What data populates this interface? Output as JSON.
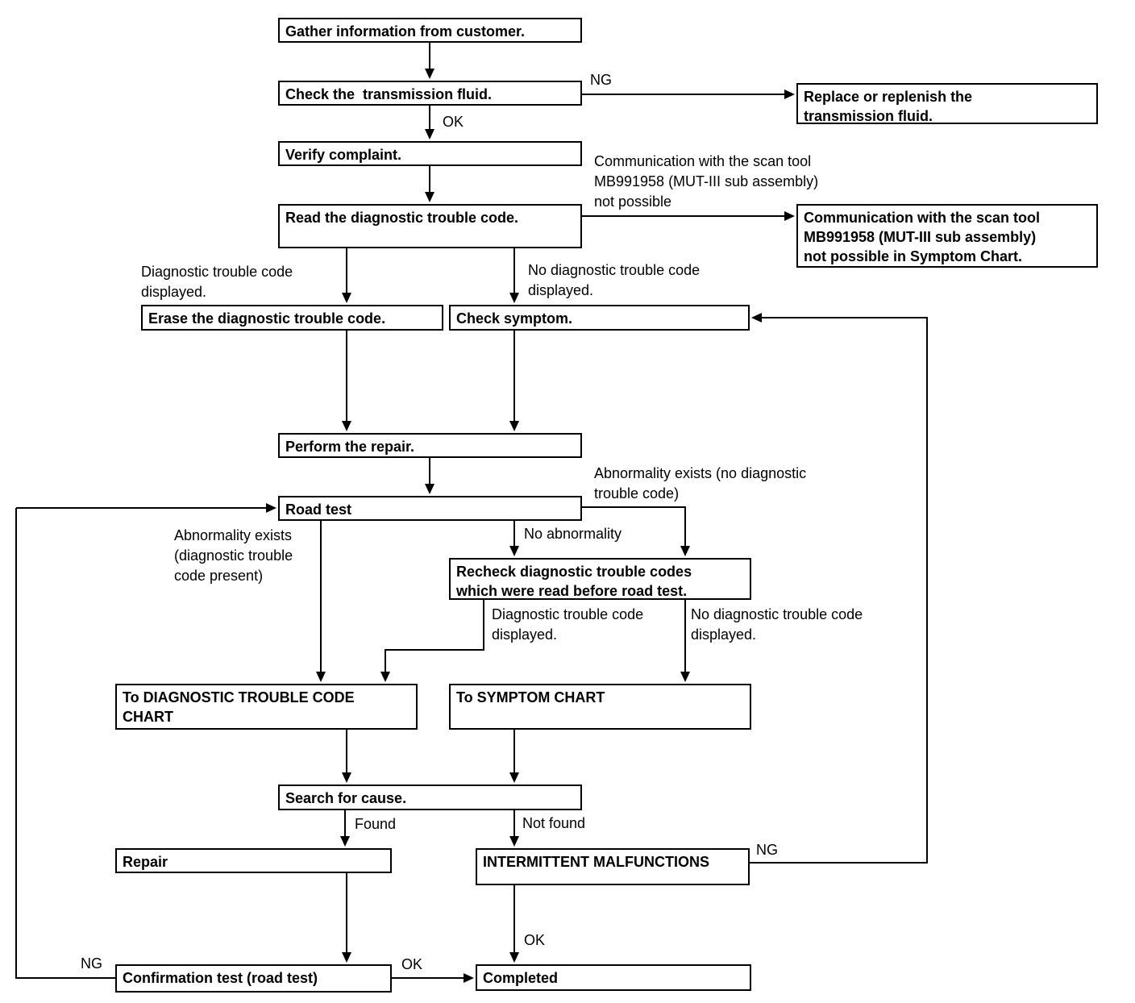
{
  "colors": {
    "line": "#000000",
    "background": "#ffffff"
  },
  "nodes": {
    "gather": {
      "label": "Gather information from customer."
    },
    "check_fluid": {
      "label": "Check the  transmission fluid."
    },
    "replace_fluid": {
      "label": "Replace or replenish the\ntransmission fluid."
    },
    "verify": {
      "label": "Verify complaint."
    },
    "read_dtc": {
      "label": "Read the diagnostic trouble code."
    },
    "comm_symptom": {
      "label": "Communication with the scan tool\nMB991958 (MUT-III sub assembly)\nnot possible in Symptom Chart."
    },
    "erase_dtc": {
      "label": "Erase the diagnostic trouble code."
    },
    "check_symptom": {
      "label": "Check symptom."
    },
    "perform_repair": {
      "label": "Perform the repair."
    },
    "road_test": {
      "label": "Road test"
    },
    "recheck_dtc": {
      "label": "Recheck diagnostic trouble codes\nwhich were read before road test."
    },
    "to_dtc_chart": {
      "label": "To DIAGNOSTIC TROUBLE CODE\nCHART"
    },
    "to_symptom": {
      "label": "To SYMPTOM CHART"
    },
    "search_cause": {
      "label": "Search for cause."
    },
    "repair": {
      "label": "Repair"
    },
    "intermittent": {
      "label": "INTERMITTENT MALFUNCTIONS"
    },
    "confirmation": {
      "label": "Confirmation test (road test)"
    },
    "completed": {
      "label": "Completed"
    }
  },
  "labels": {
    "ng_fluid": "NG",
    "ok_fluid": "OK",
    "comm_note": "Communication with the scan tool\nMB991958 (MUT-III sub assembly)\nnot possible",
    "dtc_displayed_1": "Diagnostic trouble code\ndisplayed.",
    "no_dtc_displayed_1": "No diagnostic trouble code\ndisplayed.",
    "abnormality_no_dtc": "Abnormality exists (no diagnostic\ntrouble code)",
    "abnormality_dtc": "Abnormality exists\n(diagnostic trouble\ncode present)",
    "no_abnormality": "No abnormality",
    "dtc_displayed_2": "Diagnostic trouble code\ndisplayed.",
    "no_dtc_displayed_2": "No diagnostic trouble code\ndisplayed.",
    "found": "Found",
    "not_found": "Not found",
    "ng_intermittent": "NG",
    "ok_intermittent": "OK",
    "ng_confirmation": "NG",
    "ok_confirmation": "OK"
  }
}
